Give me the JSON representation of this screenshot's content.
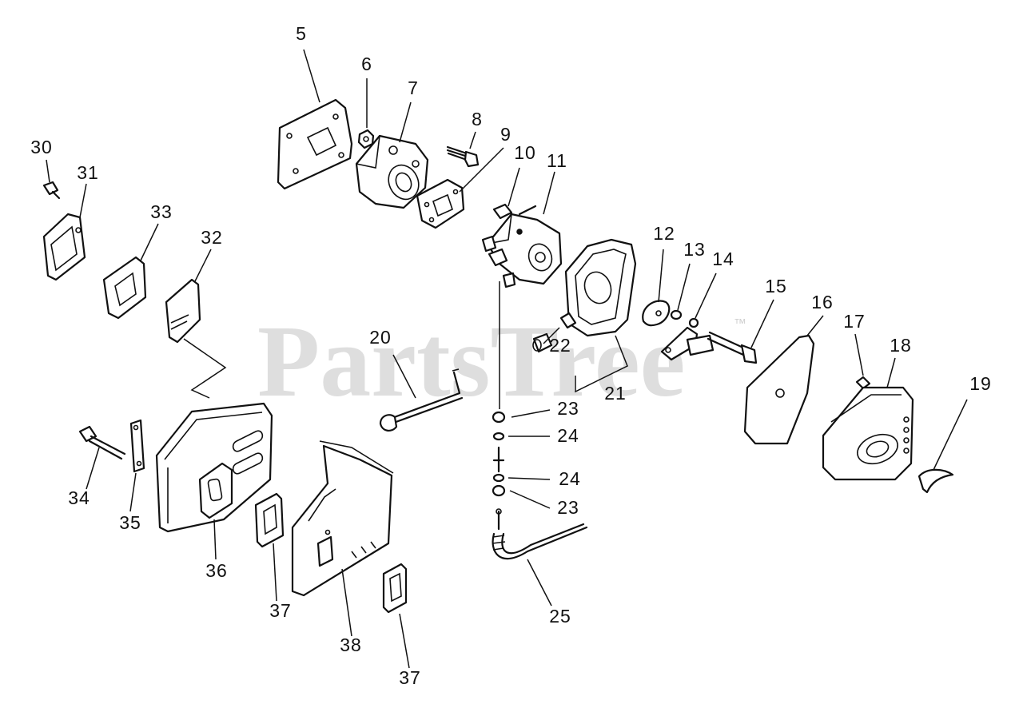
{
  "watermark": {
    "text": "PartsTree",
    "trademark": "™"
  },
  "callouts": {
    "c5": "5",
    "c6": "6",
    "c7": "7",
    "c8": "8",
    "c9": "9",
    "c10": "10",
    "c11": "11",
    "c12": "12",
    "c13": "13",
    "c14": "14",
    "c15": "15",
    "c16": "16",
    "c17": "17",
    "c18": "18",
    "c19": "19",
    "c20": "20",
    "c21": "21",
    "c22": "22",
    "c23a": "23",
    "c24a": "24",
    "c24b": "24",
    "c23b": "23",
    "c25": "25",
    "c30": "30",
    "c31": "31",
    "c32": "32",
    "c33": "33",
    "c34": "34",
    "c35": "35",
    "c36": "36",
    "c37a": "37",
    "c37b": "37",
    "c38": "38"
  },
  "colors": {
    "line": "#111111",
    "background": "#ffffff",
    "watermark": "#d9d9d9"
  }
}
